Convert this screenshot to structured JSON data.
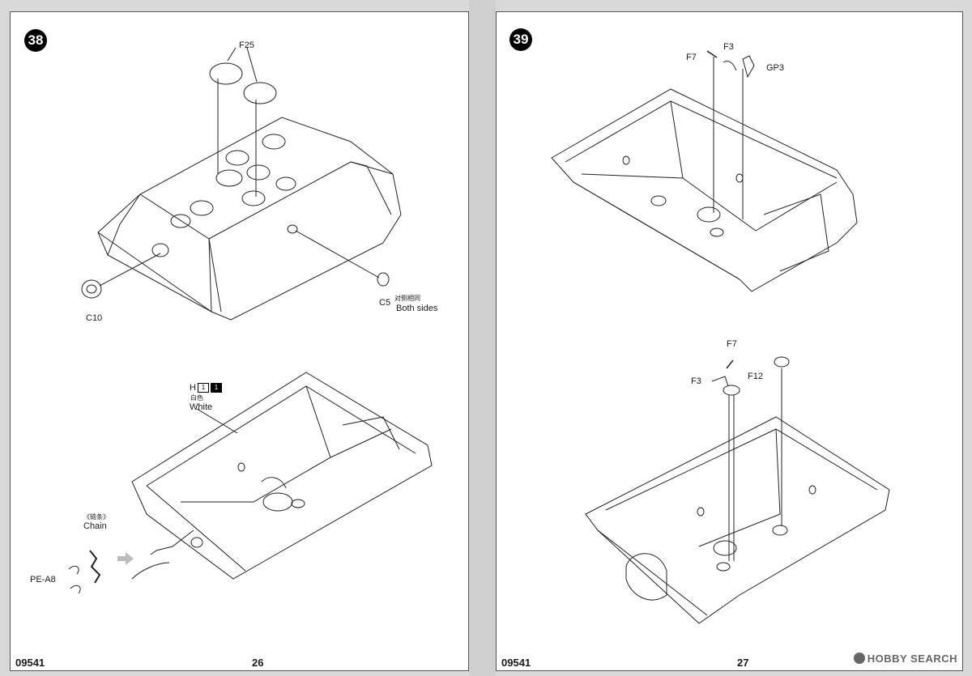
{
  "left_page": {
    "step": "38",
    "labels": {
      "f25": "F25",
      "c10": "C10",
      "c5": "C5",
      "c5_cn": "对侧相同",
      "c5_en": "Both sides",
      "h_code": "H",
      "h_chip1": "1",
      "h_chip2": "1",
      "h_cn": "白色",
      "h_en": "White",
      "chain_cn": "《链条》",
      "chain_en": "Chain",
      "pe_a8": "PE-A8"
    },
    "kit_number": "09541",
    "page_number": "26"
  },
  "right_page": {
    "step": "39",
    "labels": {
      "f7_top": "F7",
      "f3_top": "F3",
      "gp3": "GP3",
      "f7_bottom": "F7",
      "f3_bottom": "F3",
      "f12": "F12"
    },
    "kit_number": "09541",
    "page_number": "27"
  },
  "watermark": "HOBBY SEARCH"
}
